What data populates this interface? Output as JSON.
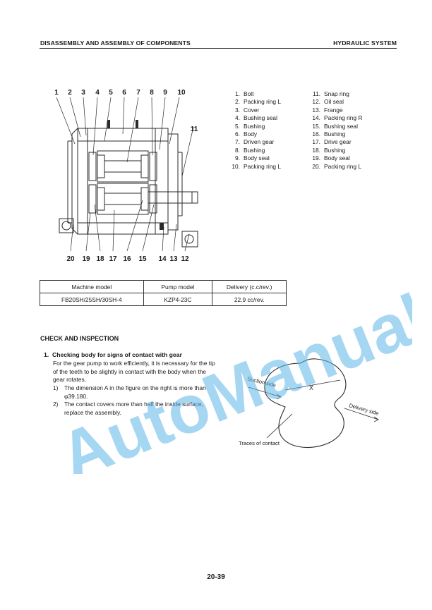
{
  "header": {
    "left": "DISASSEMBLY AND ASSEMBLY OF COMPONENTS",
    "right": "HYDRAULIC SYSTEM"
  },
  "drawing": {
    "top_callouts": [
      "1",
      "2",
      "3",
      "4",
      "5",
      "6",
      "7",
      "8",
      "9",
      "10"
    ],
    "right_callout": "11",
    "bottom_callouts": [
      "20",
      "19",
      "18",
      "17",
      "16",
      "15",
      "14",
      "13",
      "12"
    ]
  },
  "parts": [
    {
      "num": "1.",
      "name": "Bolt"
    },
    {
      "num": "2.",
      "name": "Packing ring L"
    },
    {
      "num": "3.",
      "name": "Cover"
    },
    {
      "num": "4.",
      "name": "Bushing seal"
    },
    {
      "num": "5.",
      "name": "Bushing"
    },
    {
      "num": "6.",
      "name": "Body"
    },
    {
      "num": "7.",
      "name": "Driven gear"
    },
    {
      "num": "8.",
      "name": "Bushing"
    },
    {
      "num": "9.",
      "name": "Body seal"
    },
    {
      "num": "10.",
      "name": "Packing ring L"
    },
    {
      "num": "11.",
      "name": "Snap ring"
    },
    {
      "num": "12.",
      "name": "Oil seal"
    },
    {
      "num": "13.",
      "name": "Frange"
    },
    {
      "num": "14.",
      "name": "Packing ring R"
    },
    {
      "num": "15.",
      "name": "Bushing seal"
    },
    {
      "num": "16.",
      "name": "Bushing"
    },
    {
      "num": "17.",
      "name": "Drive gear"
    },
    {
      "num": "18.",
      "name": "Bushing"
    },
    {
      "num": "19.",
      "name": "Body seal"
    },
    {
      "num": "20.",
      "name": "Packing ring L"
    }
  ],
  "table": {
    "headers": [
      "Machine model",
      "Pump model",
      "Delivery (c.c/rev.)"
    ],
    "rows": [
      [
        "FB20SH/25SH/30SH-4",
        "KZP4-23C",
        "22.9 cc/rev."
      ]
    ]
  },
  "check": {
    "section_title": "CHECK AND INSPECTION",
    "item_num": "1.",
    "item_title": "Checking body for signs of contact with gear",
    "paragraph": "For the gear pump to work efficiently, it is necessary for the tip of the teeth to be slightly in contact with the body when the gear rotates.",
    "subitems": [
      {
        "num": "1)",
        "text": "The dimension A in the figure on the right is more than φ39.180."
      },
      {
        "num": "2)",
        "text": "The contact covers more than half the inside surface, replace the assembly."
      }
    ]
  },
  "figure": {
    "suction": "Suction side",
    "delivery": "Delivery side",
    "traces": "Traces of contact",
    "mark": "X"
  },
  "watermark": "AutoManual",
  "page_number": "20-39"
}
